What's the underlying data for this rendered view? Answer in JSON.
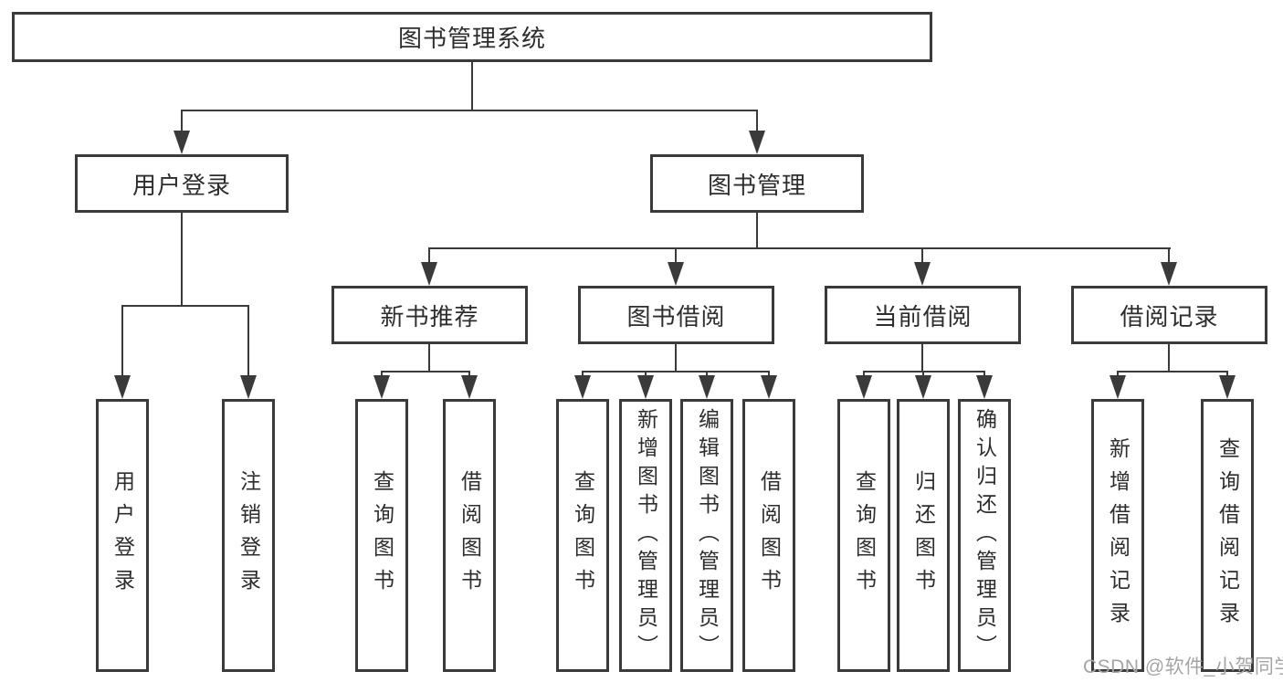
{
  "diagram": {
    "type": "hierarchy-tree",
    "title": "图书管理系统",
    "watermark": "CSDN @软件_小贺同学",
    "nodes": {
      "root": {
        "label": "图书管理系统"
      },
      "level2": [
        {
          "label": "用户登录"
        },
        {
          "label": "图书管理"
        }
      ],
      "level3": [
        {
          "label": "新书推荐",
          "parent": "图书管理"
        },
        {
          "label": "图书借阅",
          "parent": "图书管理"
        },
        {
          "label": "当前借阅",
          "parent": "图书管理"
        },
        {
          "label": "借阅记录",
          "parent": "图书管理"
        }
      ],
      "leaves": [
        {
          "label": "用户登录",
          "parent": "用户登录"
        },
        {
          "label": "注销登录",
          "parent": "用户登录"
        },
        {
          "label": "查询图书",
          "parent": "新书推荐"
        },
        {
          "label": "借阅图书",
          "parent": "新书推荐"
        },
        {
          "label": "查询图书",
          "parent": "图书借阅"
        },
        {
          "label": "新增图书（管理员）",
          "parent": "图书借阅"
        },
        {
          "label": "编辑图书（管理员）",
          "parent": "图书借阅"
        },
        {
          "label": "借阅图书",
          "parent": "图书借阅"
        },
        {
          "label": "查询图书",
          "parent": "当前借阅"
        },
        {
          "label": "归还图书",
          "parent": "当前借阅"
        },
        {
          "label": "确认归还（管理员）",
          "parent": "当前借阅"
        },
        {
          "label": "新增借阅记录",
          "parent": "借阅记录"
        },
        {
          "label": "查询借阅记录",
          "parent": "借阅记录"
        }
      ]
    },
    "colors": {
      "line": "#3a3a3a",
      "box_border": "#3a3a3a",
      "text": "#2d2d2d",
      "watermark_text": "#a5a5a5",
      "background": "#ffffff"
    }
  }
}
